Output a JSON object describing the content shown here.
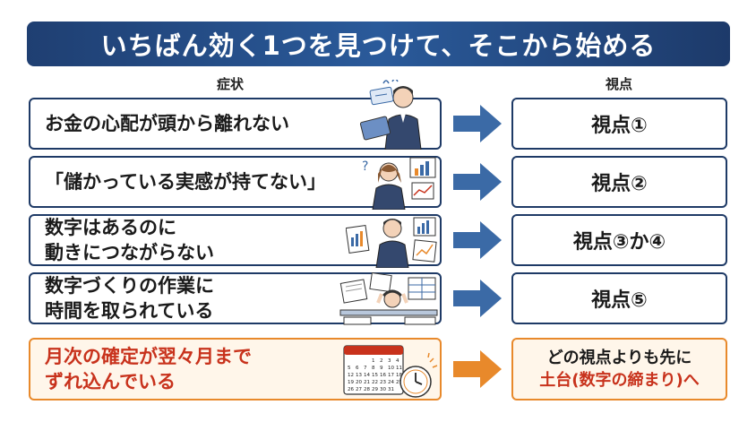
{
  "title": "いちばん効く1つを見つけて、そこから始める",
  "headers": {
    "symptoms": "症状",
    "viewpoints": "視点"
  },
  "rows": [
    {
      "lines": [
        "お金の心配が頭から離れない"
      ],
      "viewpoint": "視点①"
    },
    {
      "lines": [
        "「儲かっている実感が持てない」"
      ],
      "viewpoint": "視点②"
    },
    {
      "lines": [
        "数字はあるのに",
        "動きにつながらない"
      ],
      "viewpoint": "視点③か④"
    },
    {
      "lines": [
        "数字づくりの作業に",
        "時間を取られている"
      ],
      "viewpoint": "視点⑤"
    }
  ],
  "last_row": {
    "lines": [
      "月次の確定が翌々月まで",
      "ずれ込んでいる"
    ],
    "viewpoint_lines": [
      "どの視点よりも先に",
      "土台(数字の締まり)へ"
    ]
  },
  "calendar": {
    "days": [
      "1",
      "2",
      "3",
      "4",
      "5",
      "6",
      "7",
      "8",
      "9",
      "10",
      "11",
      "12",
      "13",
      "14",
      "15",
      "16",
      "17",
      "18",
      "19",
      "20",
      "21",
      "22",
      "23",
      "24",
      "25",
      "26",
      "27",
      "28",
      "29",
      "30",
      "31"
    ]
  },
  "colors": {
    "title_bg": "#2a5a9a",
    "border_navy": "#1e3a66",
    "arrow_blue": "#3b6aa6",
    "accent_orange": "#e8892b",
    "accent_red": "#c8321c"
  },
  "icons": [
    "man-with-laptop-illustration",
    "woman-with-charts-illustration",
    "man-with-documents-illustration",
    "overwhelmed-man-illustration",
    "calendar-clock-illustration"
  ]
}
